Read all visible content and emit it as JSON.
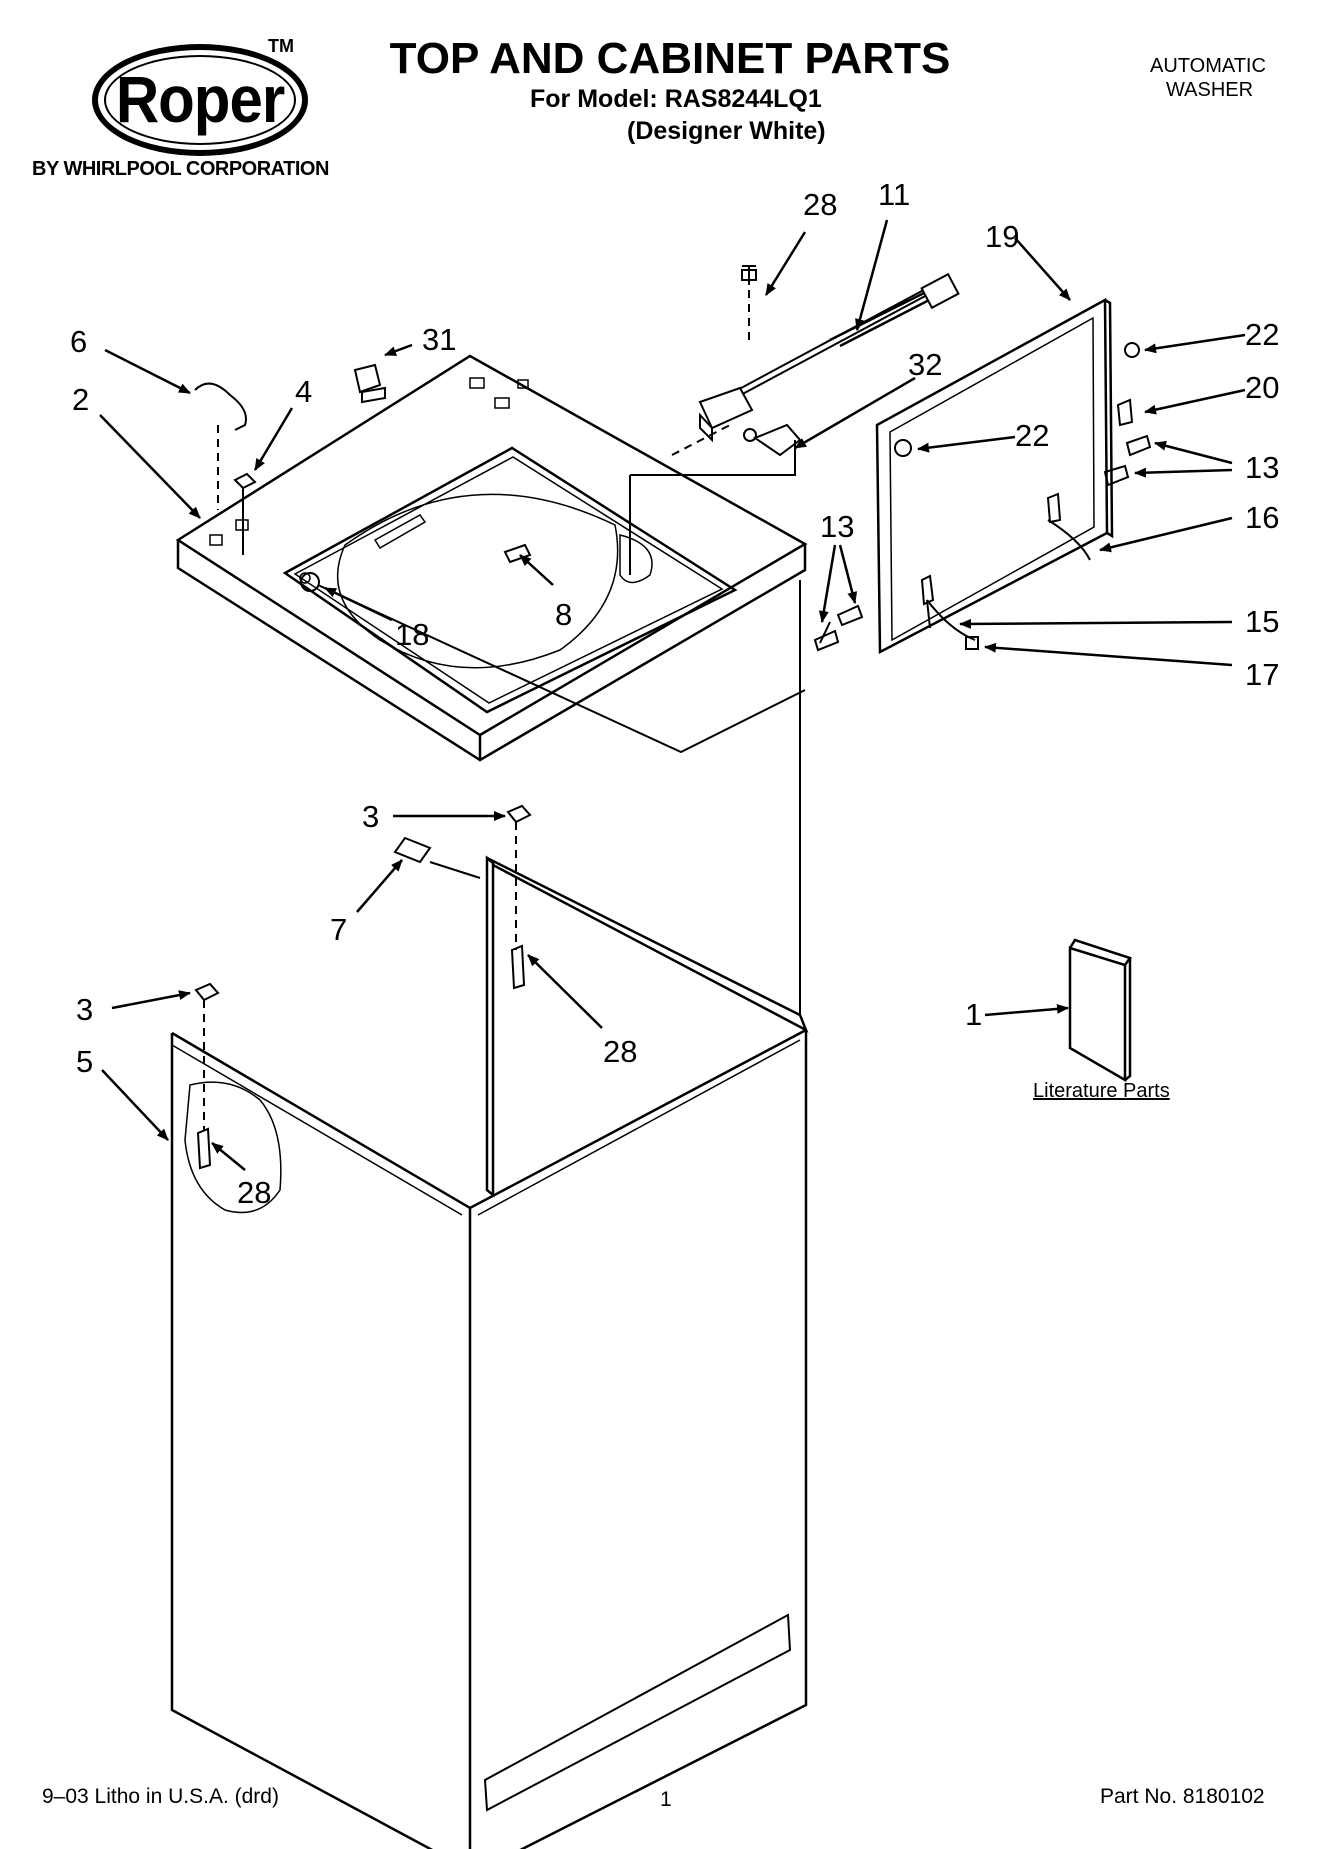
{
  "header": {
    "brand": "Roper",
    "trademark": "TM",
    "maker": "BY WHIRLPOOL CORPORATION",
    "title": "TOP AND CABINET PARTS",
    "model": "For Model: RAS8244LQ1",
    "variant": "(Designer White)",
    "type_line1": "AUTOMATIC",
    "type_line2": "WASHER"
  },
  "callouts": [
    "28",
    "11",
    "19",
    "22",
    "20",
    "13",
    "16",
    "15",
    "17",
    "13",
    "6",
    "31",
    "4",
    "32",
    "2",
    "22",
    "8",
    "18",
    "3",
    "7",
    "28",
    "3",
    "5",
    "28",
    "1"
  ],
  "literature_label": "Literature Parts",
  "footer": {
    "litho": "9–03 Litho in U.S.A. (drd)",
    "page": "1",
    "part_no": "Part No. 8180102"
  }
}
